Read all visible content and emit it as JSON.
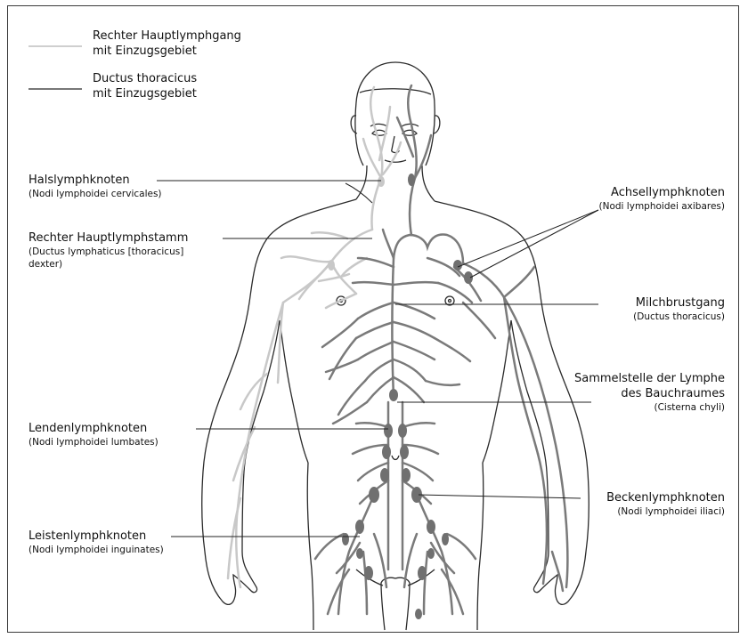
{
  "legend": {
    "right_duct_line_1": "Rechter Hauptlymphgang",
    "right_duct_line_2": "mit Einzugsgebiet",
    "thoracic_duct_line_1": "Ductus thoracicus",
    "thoracic_duct_line_2": "mit Einzugsgebiet"
  },
  "labels": {
    "cervical": {
      "name": "Halslymphknoten",
      "latin": "(Nodi lymphoidei cervicales)"
    },
    "right_trunk": {
      "name": "Rechter Hauptlymphstamm",
      "latin_1": "(Ductus lymphaticus [thoracicus]",
      "latin_2": "dexter)"
    },
    "lumbar": {
      "name": "Lendenlymphknoten",
      "latin": "(Nodi lymphoidei lumbates)"
    },
    "inguinal": {
      "name": "Leistenlymphknoten",
      "latin": "(Nodi lymphoidei inguinates)"
    },
    "axillary": {
      "name": "Achsellymphknoten",
      "latin": "(Nodi lymphoidei axibares)"
    },
    "thoracic_duct": {
      "name": "Milchbrustgang",
      "latin": "(Ductus thoracicus)"
    },
    "cisterna": {
      "name_1": "Sammelstelle der Lymphe",
      "name_2": "des Bauchraumes",
      "latin": "(Cisterna chyli)"
    },
    "pelvic": {
      "name": "Beckenlymphknoten",
      "latin": "(Nodi lymphoidei iliaci)"
    }
  },
  "colors": {
    "outline": "#2b2b2b",
    "right_duct": "#c8c8c8",
    "thoracic_duct": "#7a7a7a",
    "node": "#707070"
  }
}
